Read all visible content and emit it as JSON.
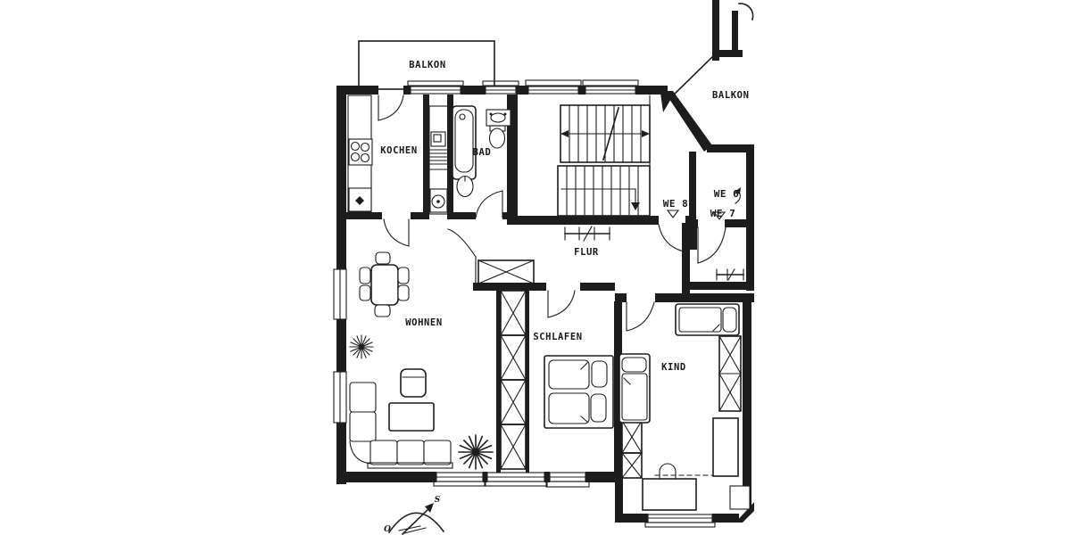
{
  "labels": {
    "balcony_top": "BALKON",
    "kitchen": "KOCHEN",
    "bath": "BAD",
    "hallway": "FLUR",
    "living_room": "WOHNEN",
    "bedroom": "SCHLAFEN",
    "childs_room": "KIND",
    "balcony_right": "BALKON",
    "unit_we8": "WE 8",
    "unit_we6": "WE 6",
    "unit_we7": "WE 7",
    "sun_east": "O",
    "sun_south": "S"
  },
  "colors": {
    "ink": "#1d1d1d",
    "paper": "#ffffff"
  }
}
